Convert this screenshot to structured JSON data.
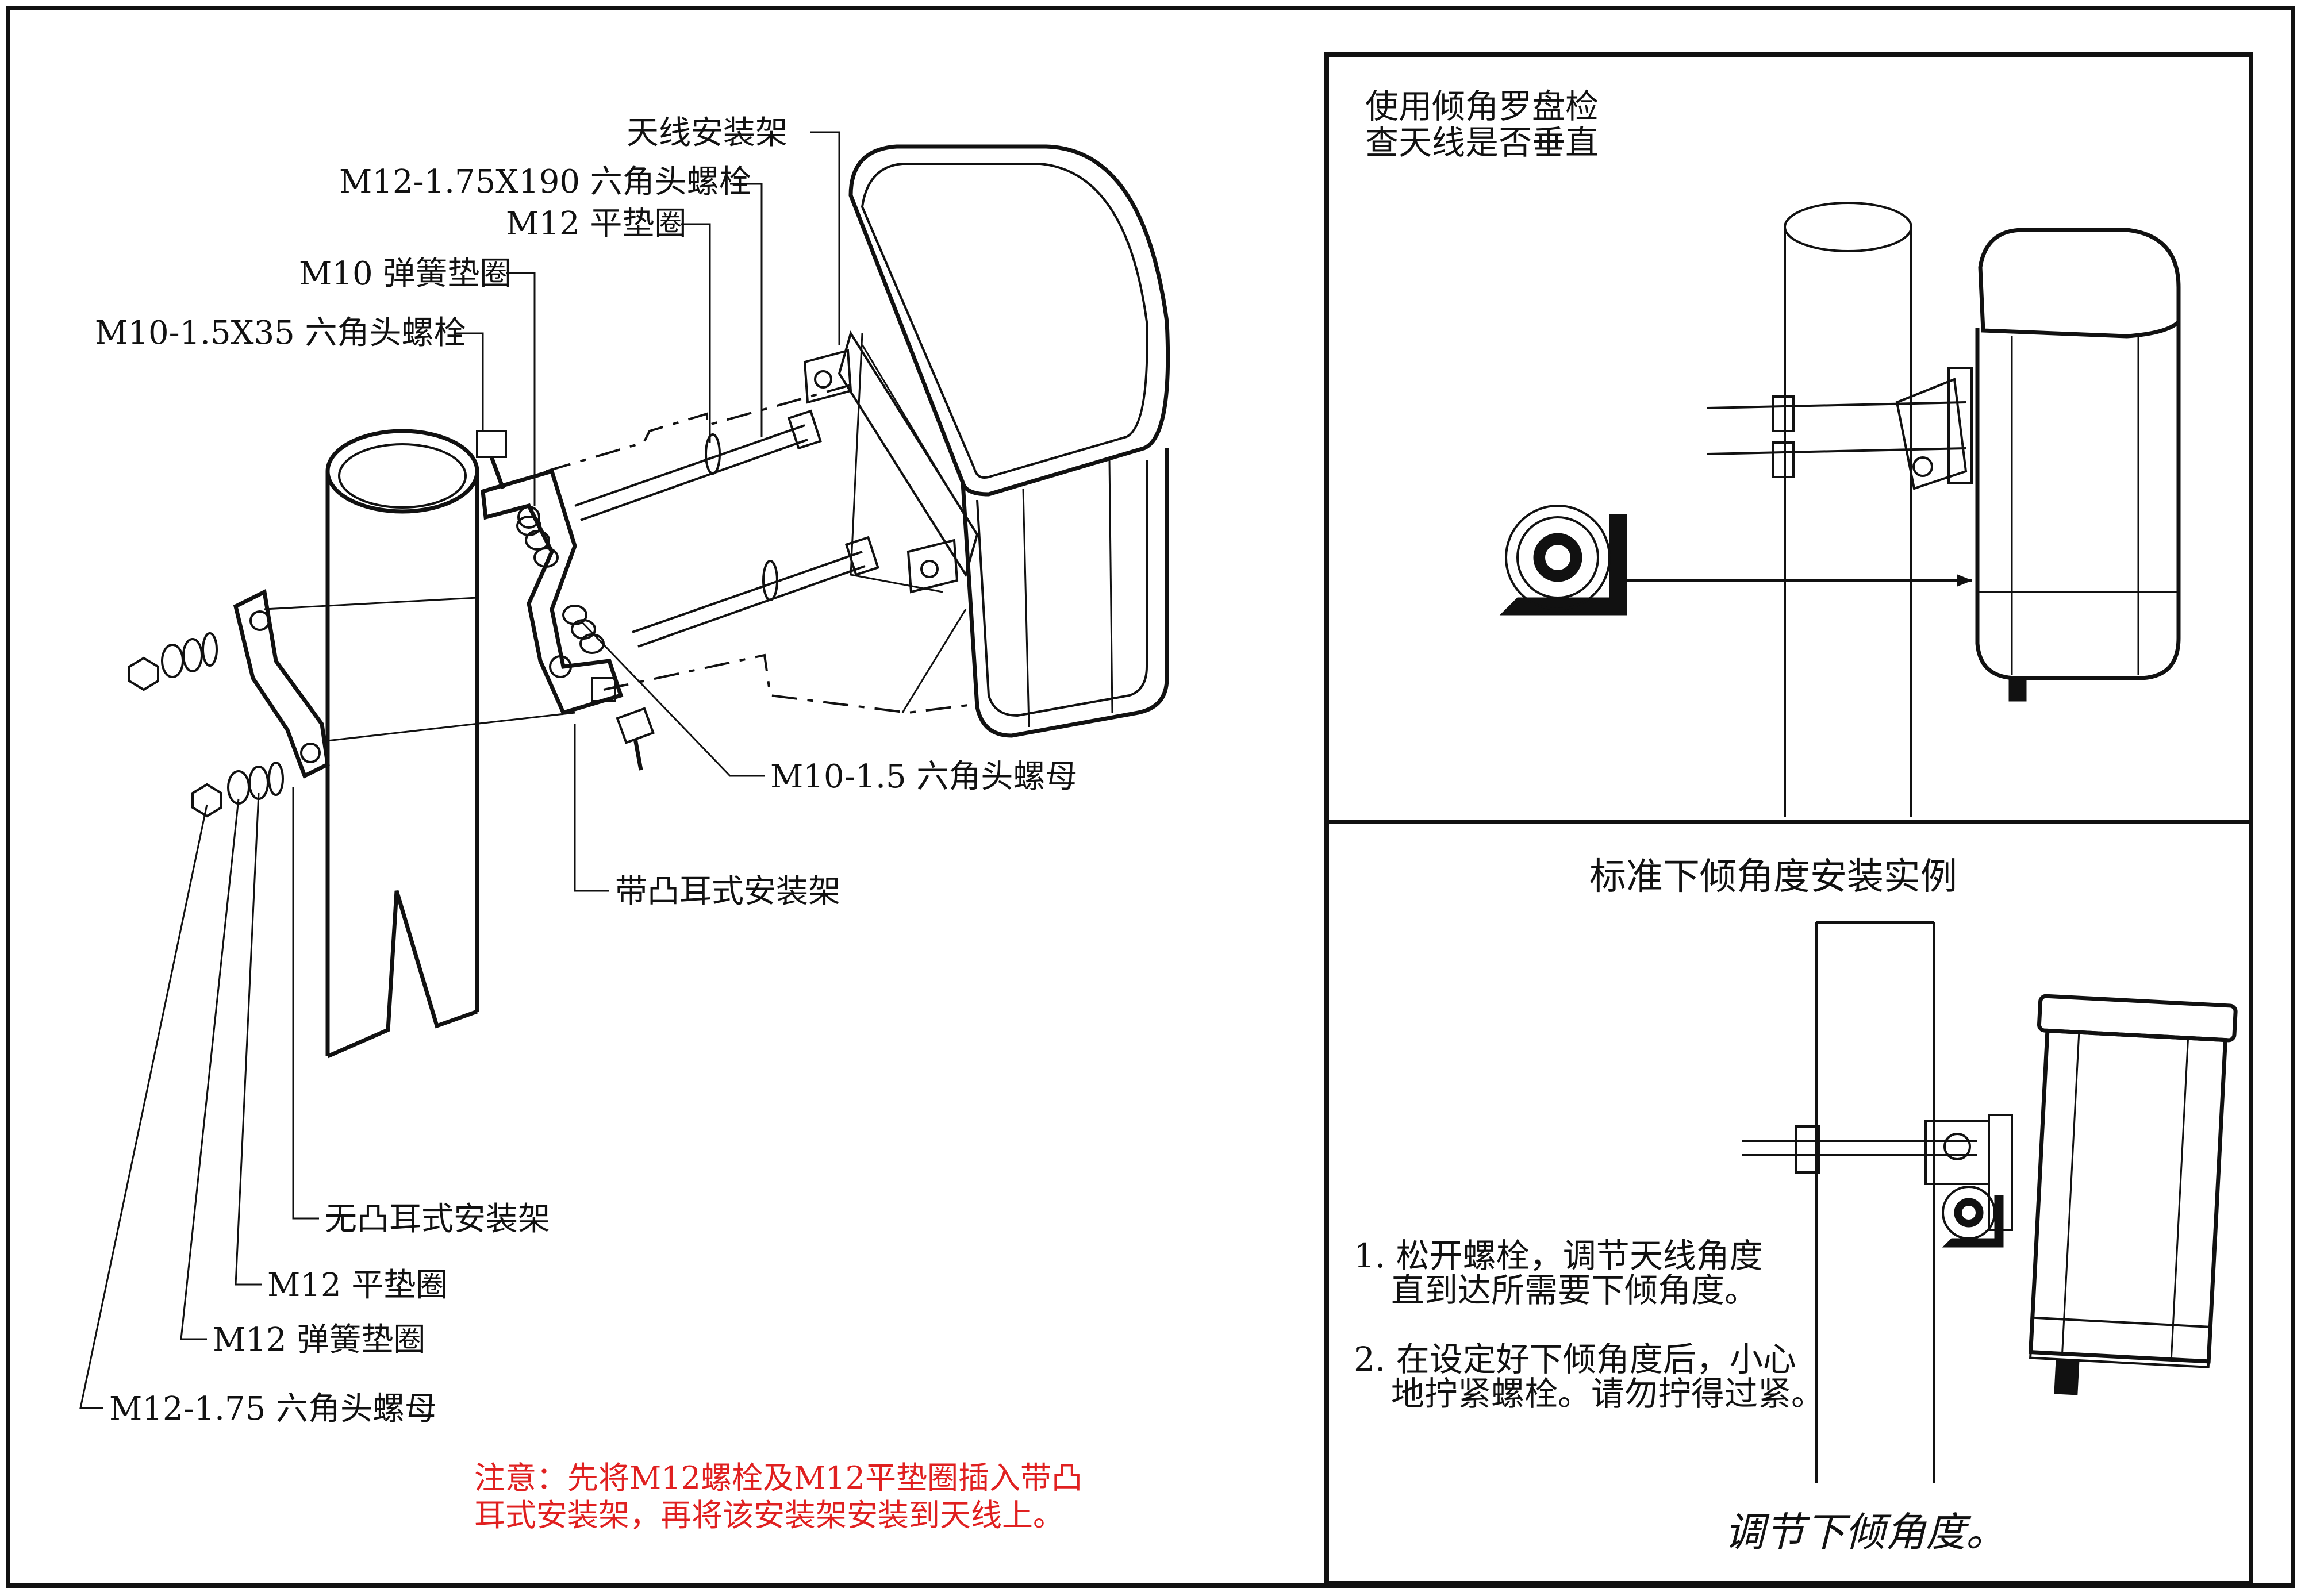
{
  "labels": {
    "antenna_bracket": "天线安装架",
    "bolt_m12_190": "M12-1.75X190 六角头螺栓",
    "washer_m12_top": "M12 平垫圈",
    "spring_washer_m10": "M10 弹簧垫圈",
    "bolt_m10_35": "M10-1.5X35 六角头螺栓",
    "nut_m10": "M10-1.5 六角头螺母",
    "lug_bracket": "带凸耳式安装架",
    "nolug_bracket": "无凸耳式安装架",
    "washer_m12_bottom": "M12 平垫圈",
    "spring_washer_m12": "M12 弹簧垫圈",
    "nut_m12": "M12-1.75 六角头螺母"
  },
  "note": {
    "line1": "注意：先将M12螺栓及M12平垫圈插入带凸",
    "line2": "耳式安装架，再将该安装架安装到天线上。"
  },
  "panel_top": {
    "line1": "使用倾角罗盘检",
    "line2": "查天线是否垂直"
  },
  "panel_bottom": {
    "title": "标准下倾角度安装实例",
    "step1_line1": "1. 松开螺栓，调节天线角度",
    "step1_line2": "直到达所需要下倾角度。",
    "step2_line1": "2. 在设定好下倾角度后，小心",
    "step2_line2": "地拧紧螺栓。请勿拧得过紧。",
    "caption": "调节下倾角度。"
  }
}
